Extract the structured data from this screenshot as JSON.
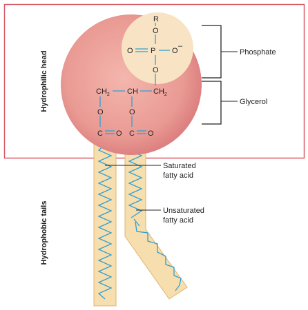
{
  "head": {
    "region_label": "Hydrophilic head",
    "phosphate_label": "Phosphate",
    "glycerol_label": "Glycerol"
  },
  "tails": {
    "region_label": "Hydrophobic tails",
    "saturated_label_line1": "Saturated",
    "saturated_label_line2": "fatty acid",
    "unsaturated_label_line1": "Unsaturated",
    "unsaturated_label_line2": "fatty acid"
  },
  "chemistry": {
    "r": "R",
    "o": "O",
    "p": "P",
    "o_minus": "O",
    "minus": "–",
    "ch": "CH",
    "ch2": "CH",
    "sub2": "2",
    "c": "C"
  },
  "colors": {
    "box_border": "#d85a63",
    "head_fill": "#e7908c",
    "phosphate_fill": "#f8e4c4",
    "tail_fill": "#f7deae",
    "tail_border": "#e0b46d",
    "bond": "#2f9fd1"
  }
}
